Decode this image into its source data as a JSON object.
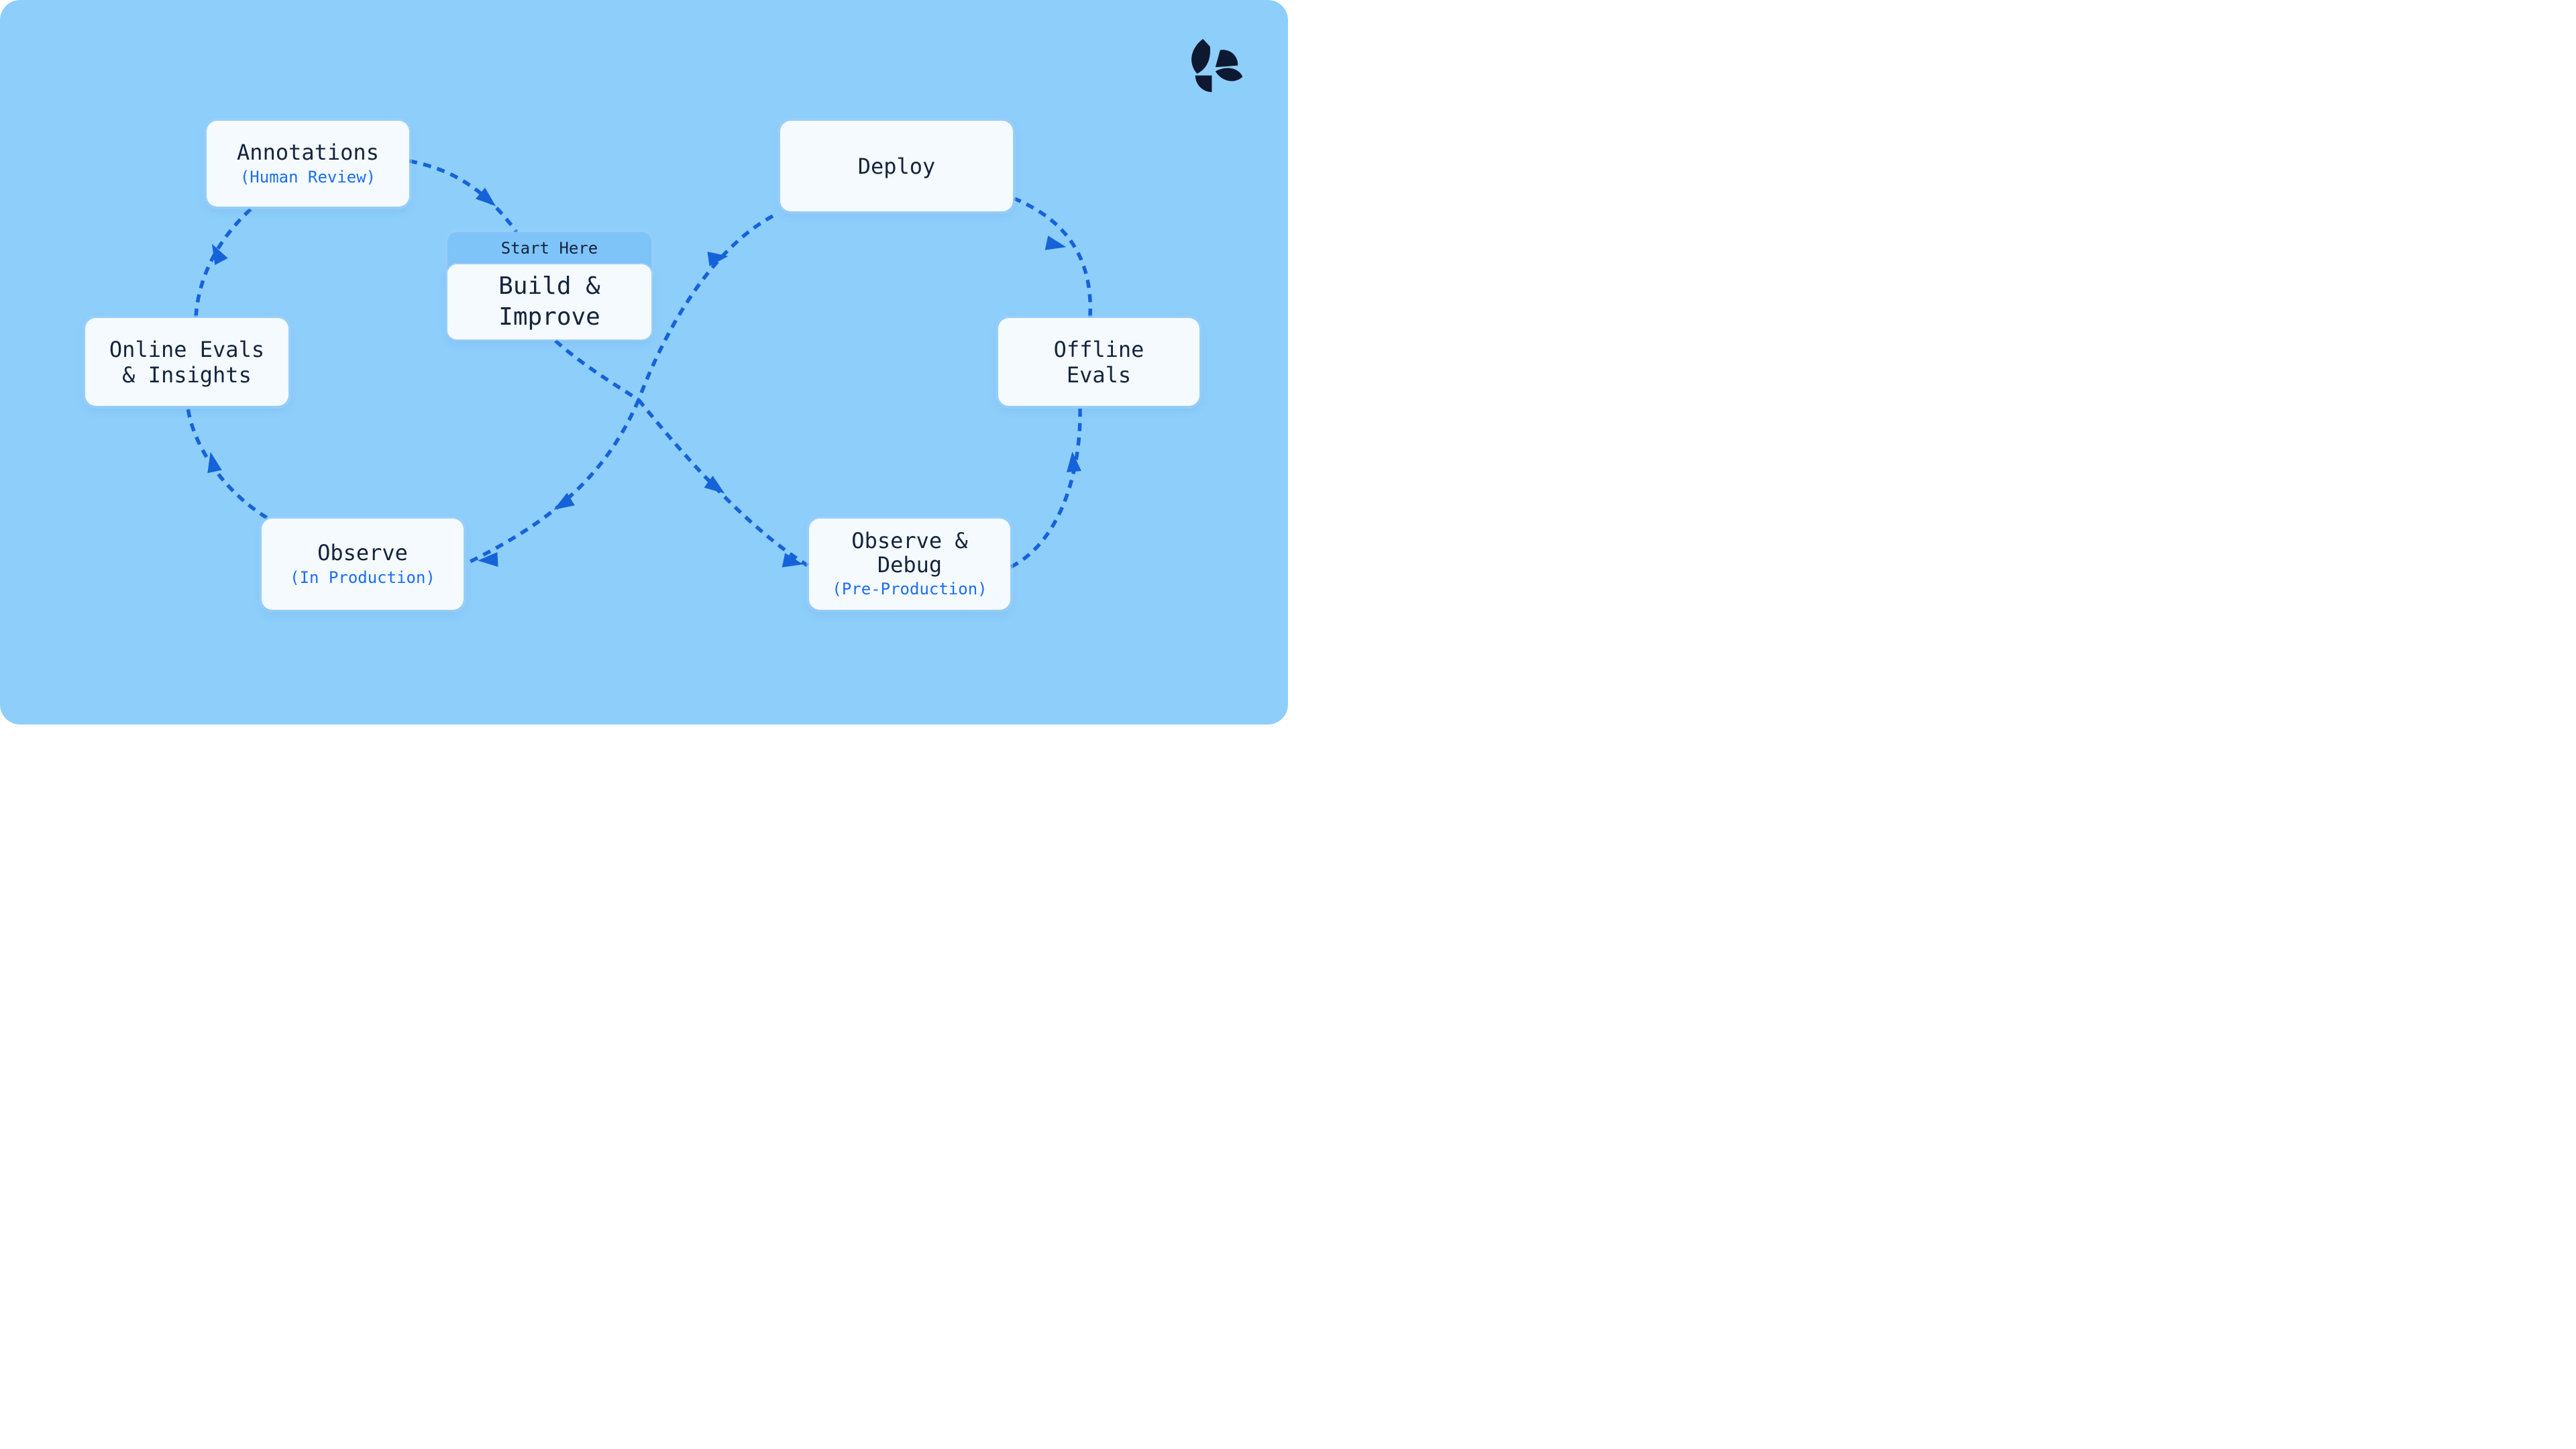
{
  "diagram": {
    "description": "Infinity-loop LLM development lifecycle diagram",
    "start_badge": "Start Here",
    "nodes": {
      "start_here": {
        "tab": "Start Here",
        "line1": "Build &",
        "line2": "Improve"
      },
      "annotations": {
        "line1": "Annotations",
        "subtitle": "(Human Review)"
      },
      "online_evals": {
        "line1": "Online Evals",
        "line2": "& Insights"
      },
      "observe": {
        "line1": "Observe",
        "subtitle": "(In Production)"
      },
      "deploy": {
        "line1": "Deploy"
      },
      "offline_evals": {
        "line1": "Offline",
        "line2": "Evals"
      },
      "observe_debug": {
        "line1": "Observe &",
        "line2": "Debug",
        "subtitle": "(Pre-Production)"
      }
    },
    "edges": [
      {
        "from": "Build & Improve",
        "to": "Observe & Debug (Pre-Production)"
      },
      {
        "from": "Observe & Debug (Pre-Production)",
        "to": "Offline Evals"
      },
      {
        "from": "Offline Evals",
        "to": "Deploy"
      },
      {
        "from": "Deploy",
        "to": "Observe (In Production)"
      },
      {
        "from": "Observe (In Production)",
        "to": "Online Evals & Insights"
      },
      {
        "from": "Online Evals & Insights",
        "to": "Annotations (Human Review)"
      },
      {
        "from": "Annotations (Human Review)",
        "to": "Build & Improve"
      }
    ],
    "colors": {
      "background": "#8ecefb",
      "card": "#f4fafe",
      "tab": "#7fc4f8",
      "title_text": "#15243d",
      "accent_text": "#1c6df2",
      "arrow": "#1563d9",
      "logo": "#0d1930"
    }
  }
}
